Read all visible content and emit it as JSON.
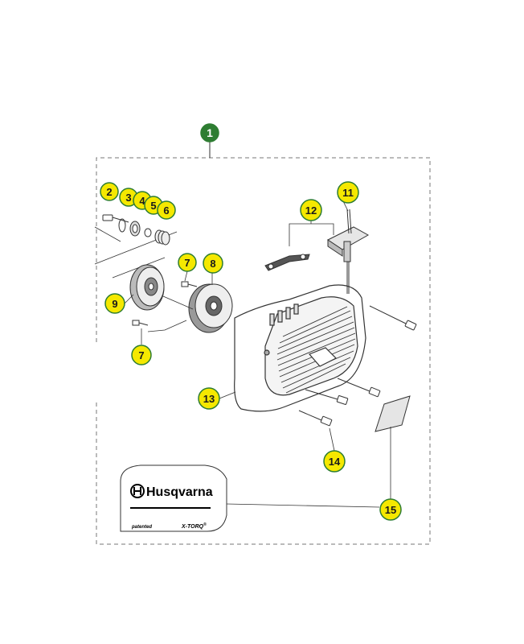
{
  "colors": {
    "callout_fill": "#f5e800",
    "callout_ring": "#2e7d32",
    "main_callout_fill": "#2e7d32",
    "line": "#333333",
    "boundary": "#777777"
  },
  "callouts": {
    "c1": "1",
    "c2": "2",
    "c3": "3",
    "c4": "4",
    "c5": "5",
    "c6": "6",
    "c7a": "7",
    "c7b": "7",
    "c8": "8",
    "c9": "9",
    "c11": "11",
    "c12": "12",
    "c13": "13",
    "c14": "14",
    "c15": "15"
  },
  "decal": {
    "brand": "Husqvarna",
    "left_text": "patented",
    "right_text": "X-TORQ",
    "right_mark": "®"
  },
  "icons": [
    "husqvarna-crown-icon"
  ]
}
